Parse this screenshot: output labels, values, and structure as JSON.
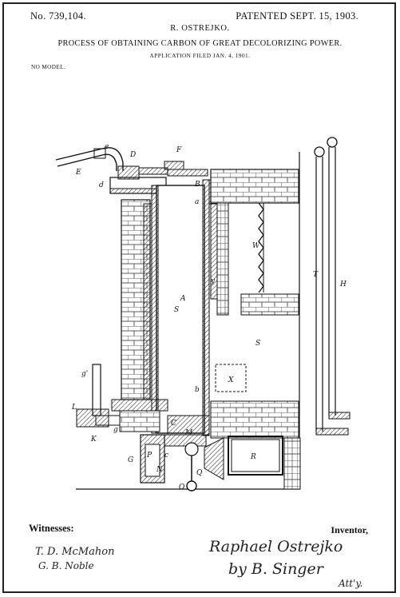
{
  "header": {
    "patent_number": "No. 739,104.",
    "patent_date": "PATENTED SEPT. 15, 1903.",
    "inventor_short": "R. OSTREJKO.",
    "title": "PROCESS OF OBTAINING CARBON OF GREAT DECOLORIZING POWER.",
    "application": "APPLICATION FILED JAN. 4, 1901.",
    "model": "NO MODEL."
  },
  "labels": {
    "E": "E",
    "e": "e",
    "D": "D",
    "F": "F",
    "d": "d",
    "B": "B",
    "a": "a",
    "y": "y",
    "W": "W",
    "T": "T",
    "H": "H",
    "A": "A",
    "S": "S",
    "S2": "S",
    "X": "X",
    "g1": "g'",
    "L": "L",
    "K": "K",
    "g": "g",
    "C": "C",
    "M": "M",
    "b": "b",
    "c": "c",
    "P": "P",
    "N": "N",
    "G": "G",
    "R": "R",
    "O": "O",
    "Q": "Q"
  },
  "footer": {
    "witnesses_label": "Witnesses:",
    "inventor_label": "Inventor,",
    "witness_1": "T. D. McMahon",
    "witness_2": "G. B. Noble",
    "inventor_signature": "Raphael Ostrejko",
    "attorney_signature": "by B. Singer",
    "attorney_suffix": "Att'y."
  }
}
